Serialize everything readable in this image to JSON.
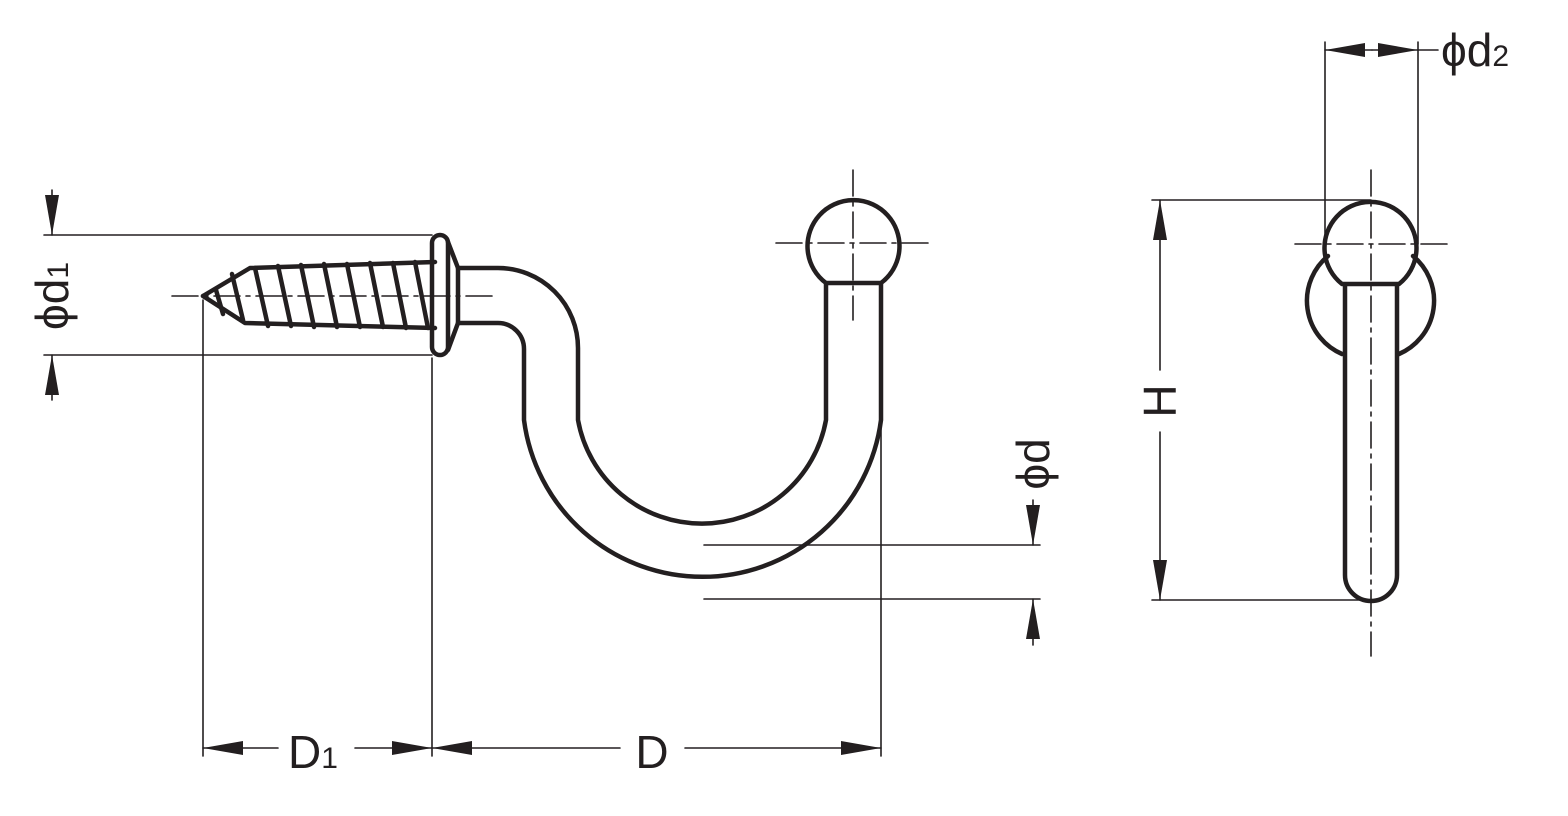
{
  "colors": {
    "line": "#231f20",
    "background": "#ffffff"
  },
  "labels": {
    "phi": "ϕ",
    "d": "d",
    "d1_sub": "1",
    "d2_sub": "2",
    "D": "D",
    "D1_sub": "1",
    "H": "H"
  }
}
